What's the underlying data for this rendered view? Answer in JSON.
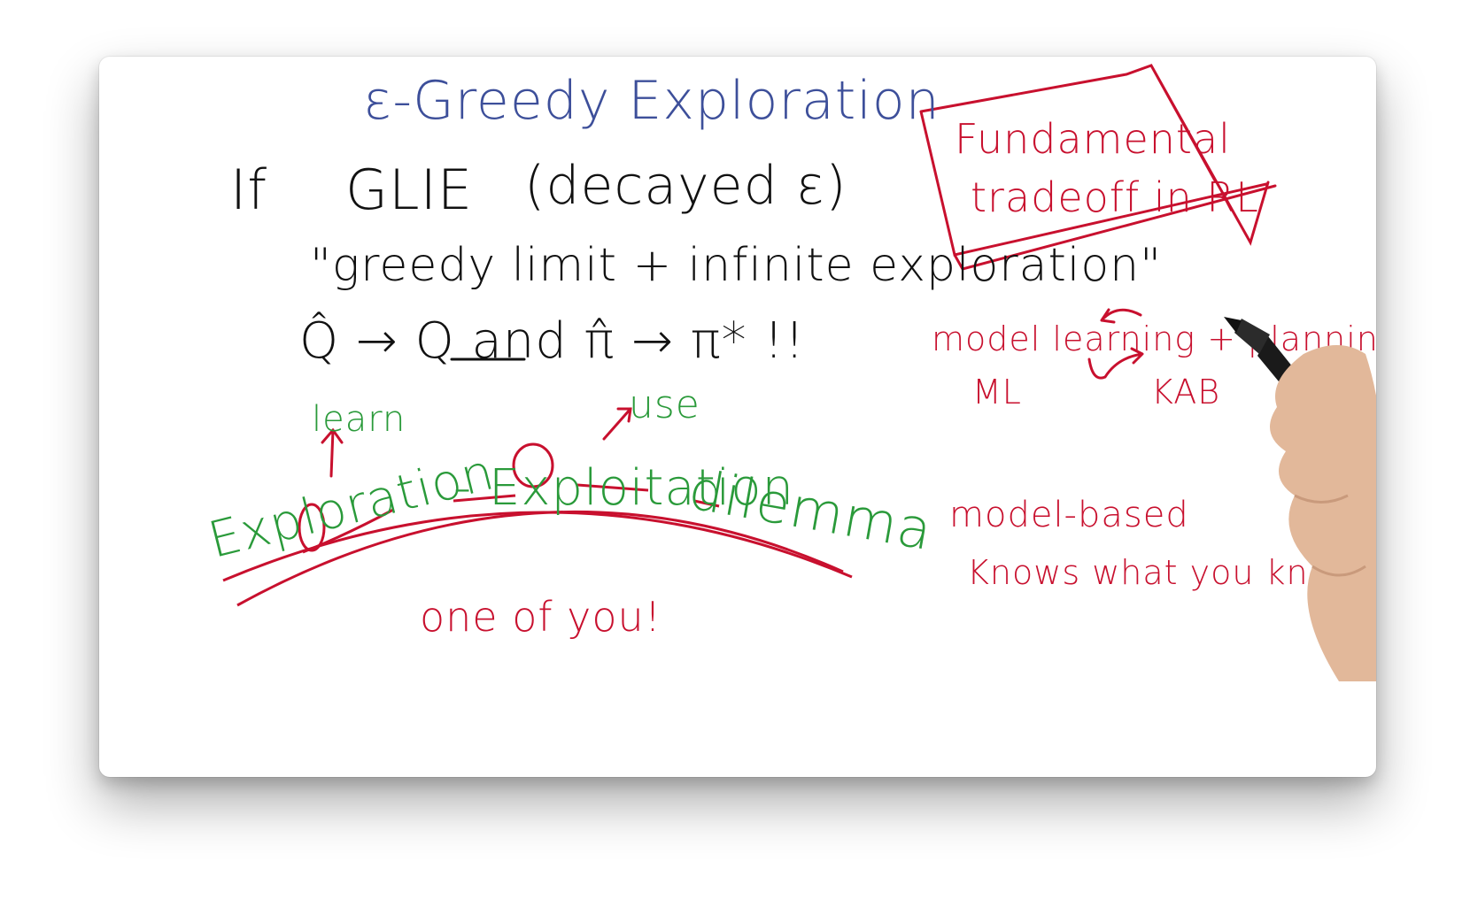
{
  "slide": {
    "title": "ε-Greedy Exploration",
    "line1_if": "If",
    "line1_glie": "GLIE",
    "line1_paren": "(decayed ε)",
    "line2_quote": "\"greedy limit + infinite exploration\"",
    "line3_convergence": "Q̂ → Q  and  π̂ → π*  !!",
    "annot_learn": "learn",
    "annot_use": "use",
    "dilemma_part1": "Exploration",
    "dilemma_part2": "- Exploitation",
    "dilemma_part3": "dilemma",
    "one_of_you": "one of you!",
    "box_line1": "Fundamental",
    "box_line2": "tradeoff in RL",
    "model_learning": "model learning + planning",
    "ml_abbrev": "ML",
    "kab_abbrev": "KAB",
    "model_based": "model-based",
    "knows_what": "Knows what you know"
  },
  "colors": {
    "black_ink": "#111111",
    "blue_ink": "#3d4f9a",
    "green_ink": "#2a9a3a",
    "red_ink": "#c8102e"
  },
  "icons": [
    "hand-with-marker-icon"
  ]
}
